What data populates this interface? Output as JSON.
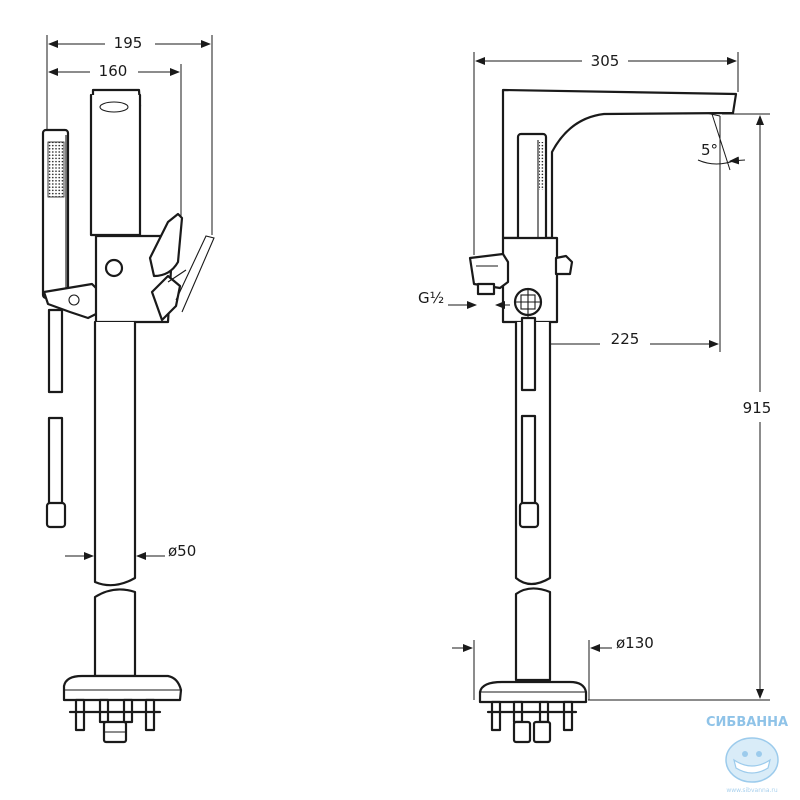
{
  "dimensions": {
    "side_overall_width": "195",
    "side_handle_width": "160",
    "side_column_diameter": "ø50",
    "front_overall_width": "305",
    "front_spout_angle": "5°",
    "front_outlet_thread": "G½",
    "front_spout_reach": "225",
    "front_total_height": "915",
    "front_base_diameter": "ø130"
  },
  "watermark": {
    "brand": "СИБВАННА",
    "url": "www.sibvanna.ru"
  }
}
